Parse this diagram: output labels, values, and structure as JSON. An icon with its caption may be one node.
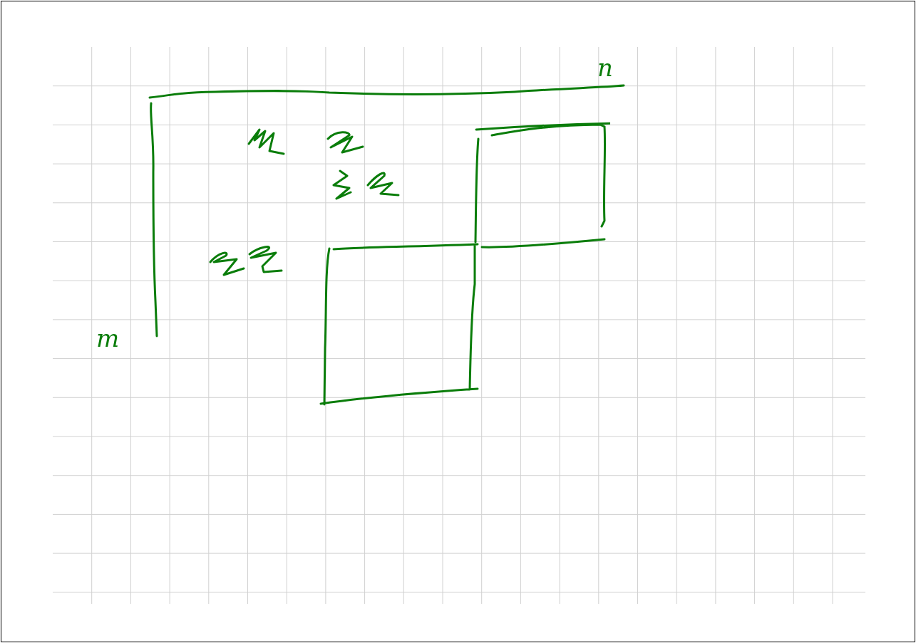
{
  "diagram": {
    "nodes": [
      {
        "text": [],
        "shape": "box"
      },
      {
        "text": [],
        "shape": "box"
      }
    ],
    "labels": [
      "n",
      "m"
    ]
  }
}
